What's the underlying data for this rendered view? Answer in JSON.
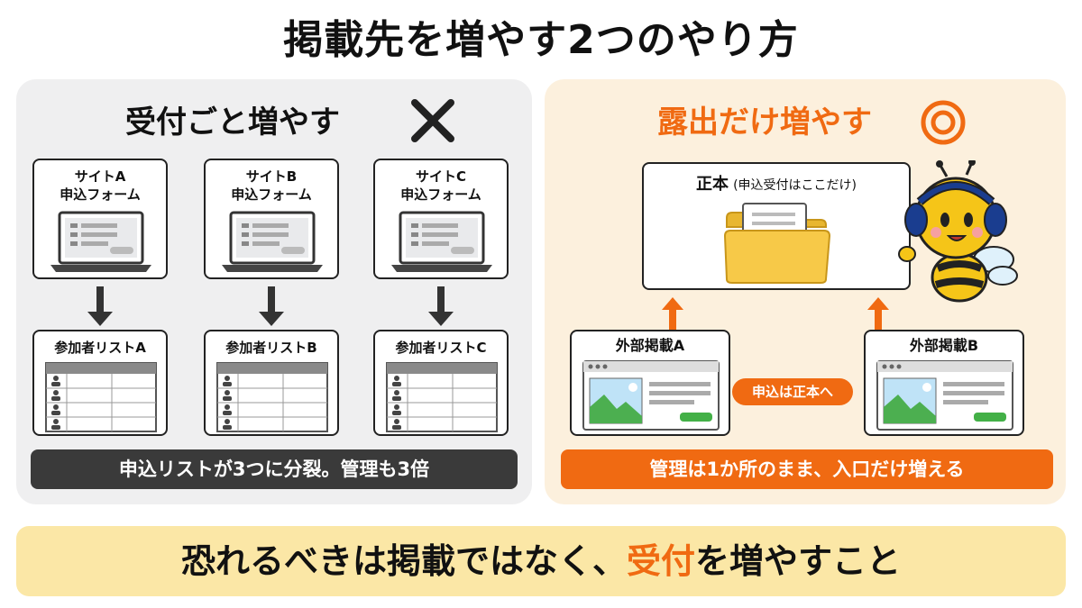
{
  "title": "掲載先を増やす2つのやり方",
  "left": {
    "heading": "受付ごと増やす",
    "mark": "✕",
    "sites": [
      {
        "site": "サイトA",
        "form": "申込フォーム",
        "list": "参加者リストA"
      },
      {
        "site": "サイトB",
        "form": "申込フォーム",
        "list": "参加者リストB"
      },
      {
        "site": "サイトC",
        "form": "申込フォーム",
        "list": "参加者リストC"
      }
    ],
    "banner": "申込リストが3つに分裂。管理も3倍"
  },
  "right": {
    "heading": "露出だけ増やす",
    "mark": "◎",
    "main_card": "正本",
    "main_card_note": "(申込受付はここだけ)",
    "external": [
      {
        "label": "外部掲載A"
      },
      {
        "label": "外部掲載B"
      }
    ],
    "pill": "申込は正本へ",
    "banner": "管理は1か所のまま、入口だけ増える"
  },
  "bottom": {
    "before": "恐れるべきは掲載ではなく、",
    "highlight": "受付",
    "after": "を増やすこと"
  },
  "colors": {
    "orange": "#f06a12",
    "dark_banner": "#3a3a3a",
    "left_panel": "#efeff0",
    "right_panel": "#fcf0dd",
    "bottom_band": "#fbe7a6",
    "folder": "#f7c948"
  }
}
